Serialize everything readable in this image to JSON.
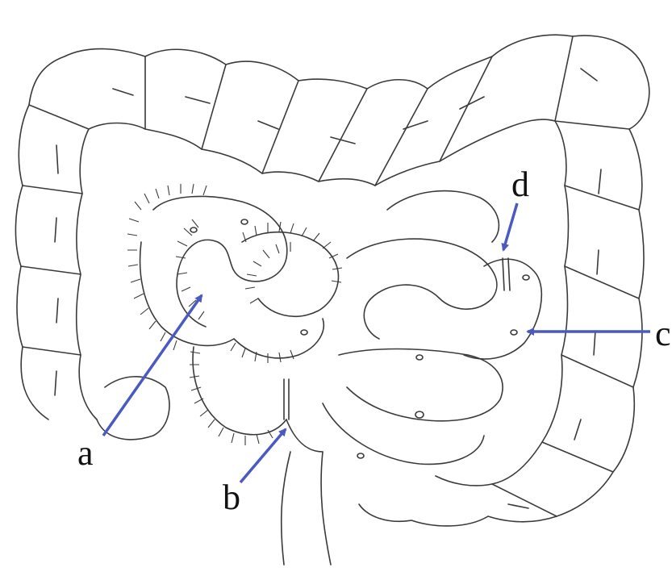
{
  "labels": {
    "a": "a",
    "b": "b",
    "c": "c",
    "d": "d"
  },
  "colors": {
    "ink": "#3a3a3a",
    "arrow": "#4a5ac0",
    "background": "#ffffff"
  }
}
